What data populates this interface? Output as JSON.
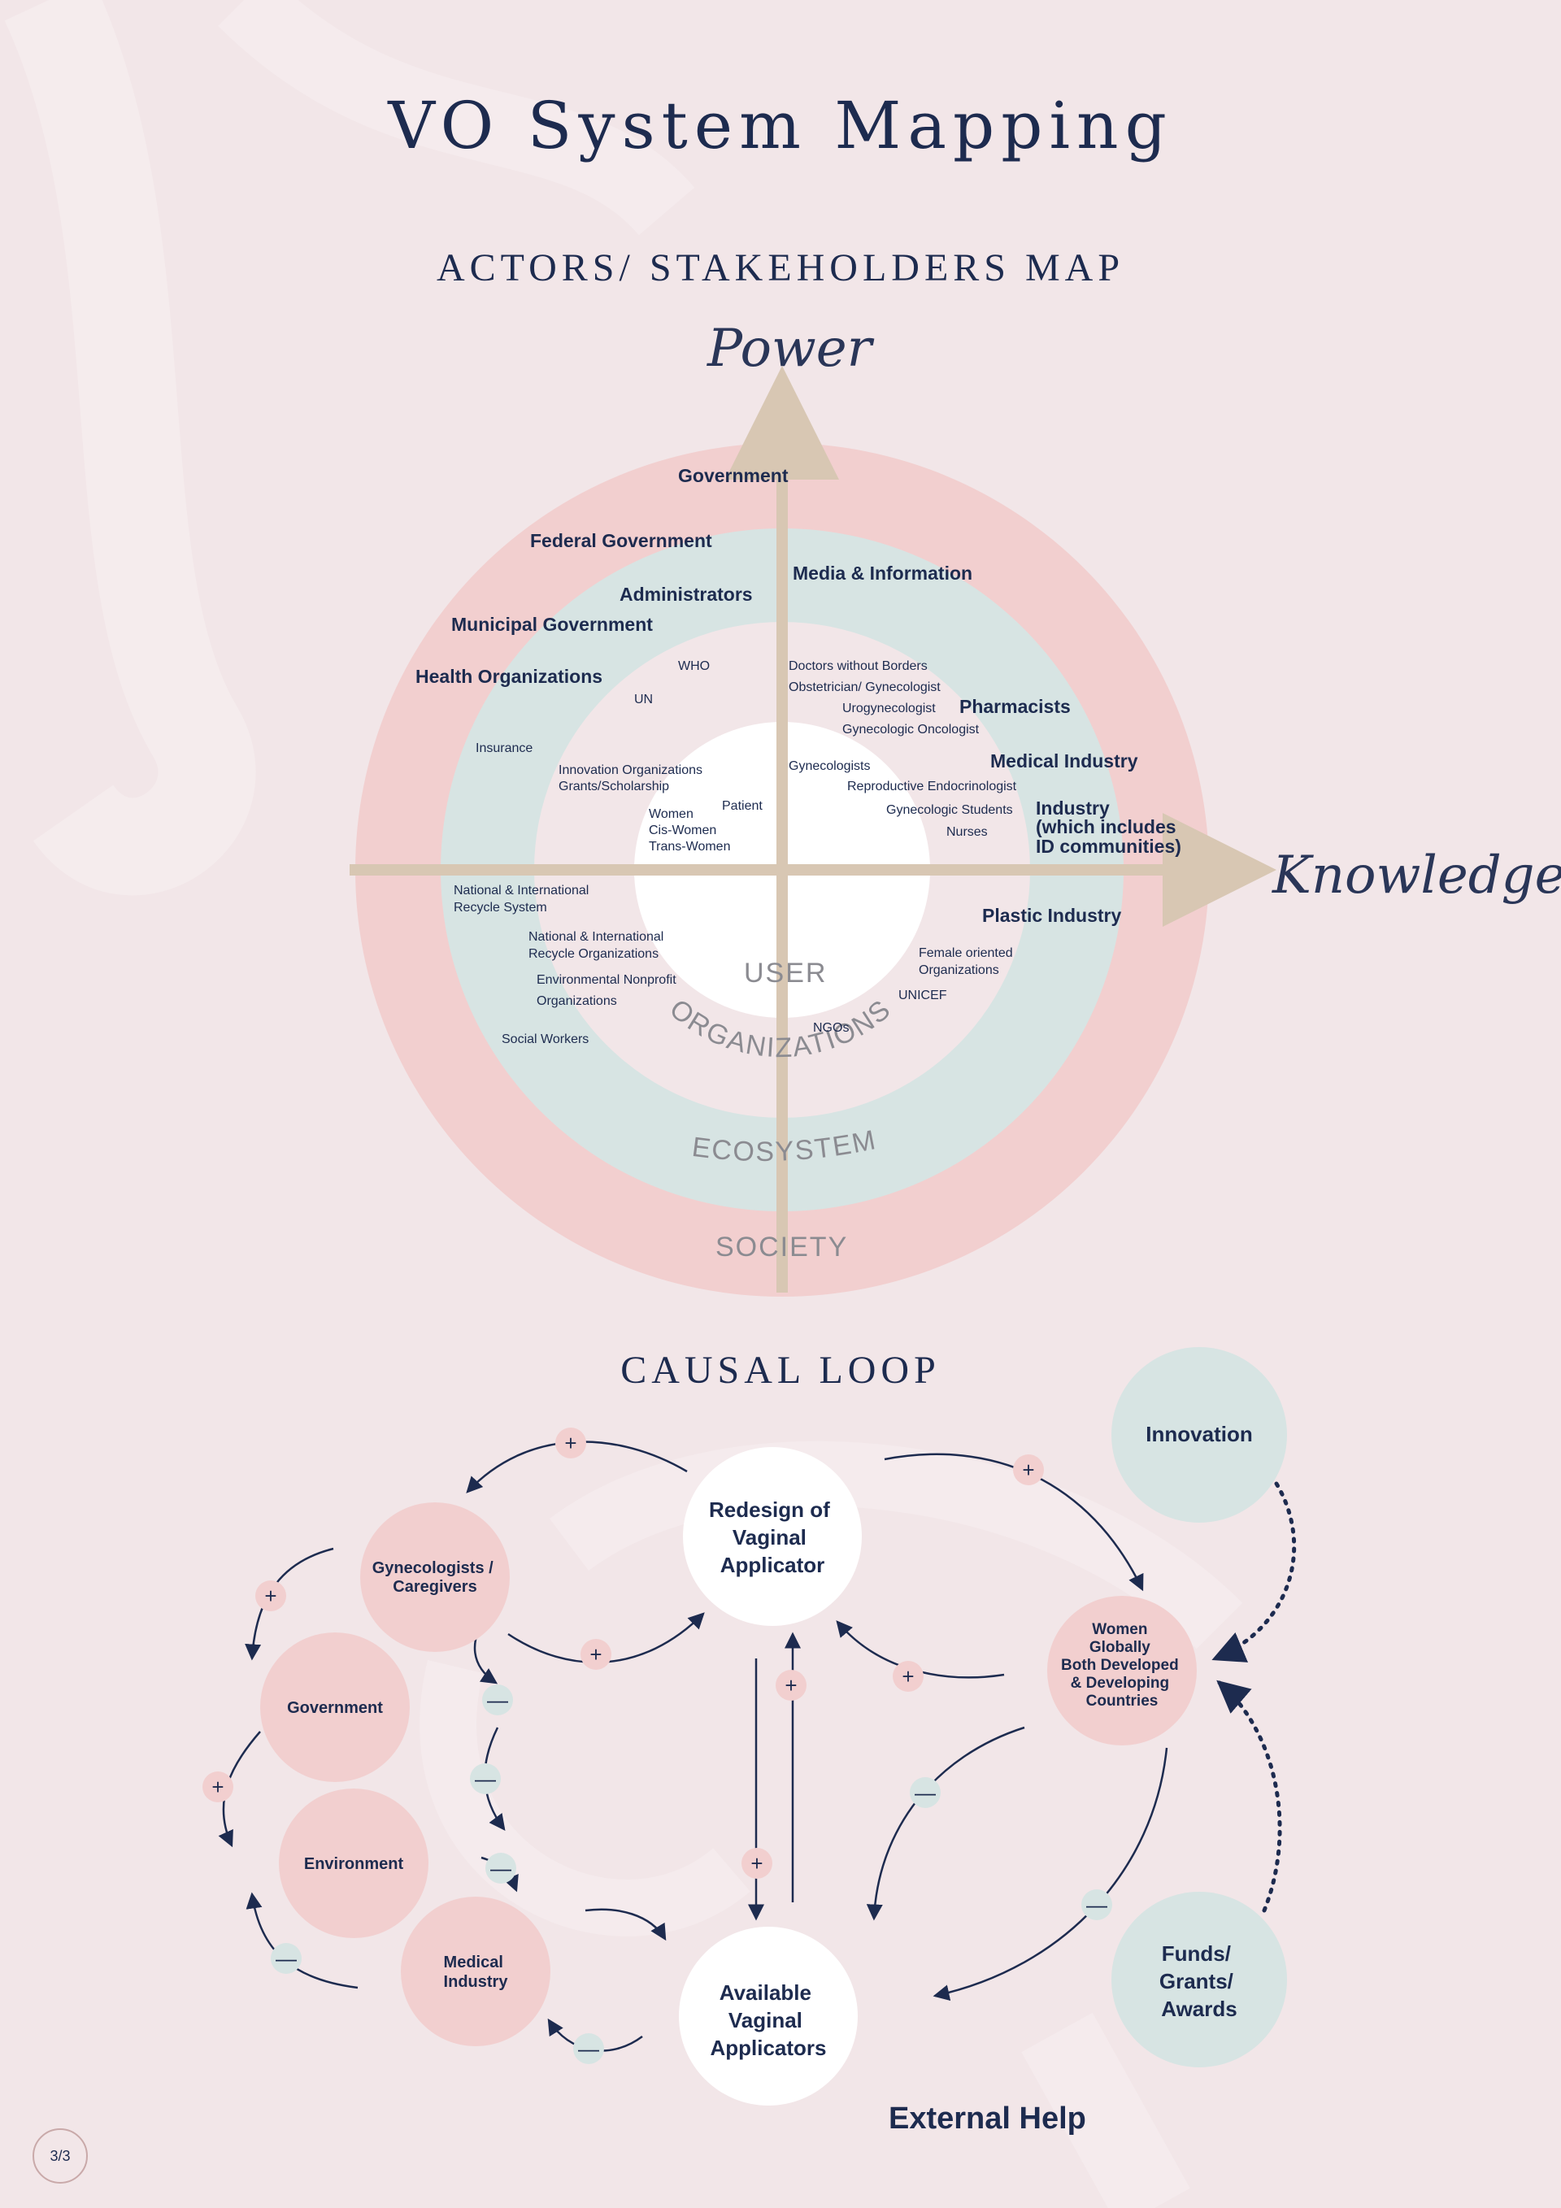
{
  "title": "VO System Mapping",
  "map": {
    "subtitle": "ACTORS/ STAKEHOLDERS MAP",
    "y_axis": "Power",
    "x_axis": "Knowledge",
    "rings": {
      "user": "USER",
      "organizations": "ORGANIZATIONS",
      "ecosystem": "ECOSYSTEM",
      "society": "SOCIETY"
    },
    "labels": {
      "government": "Government",
      "federal_government": "Federal Government",
      "media": "Media & Information",
      "administrators": "Administrators",
      "municipal": "Municipal Government",
      "health_orgs": "Health Organizations",
      "who": "WHO",
      "un": "UN",
      "doctors_wb": "Doctors without Borders",
      "obgyn": "Obstetrician/ Gynecologist",
      "urogyn": "Urogynecologist",
      "pharmacists": "Pharmacists",
      "gyn_onc": "Gynecologic Oncologist",
      "insurance": "Insurance",
      "innovation_orgs": "Innovation Organizations",
      "grants": "Grants/Scholarship",
      "gynecologists": "Gynecologists",
      "medical_industry": "Medical Industry",
      "repro_endo": "Reproductive Endocrinologist",
      "patient": "Patient",
      "gyn_students": "Gynecologic Students",
      "industry_1": "Industry",
      "industry_2": "(which includes",
      "industry_3": "ID communities)",
      "women": "Women",
      "cis_women": "Cis-Women",
      "trans_women": "Trans-Women",
      "nurses": "Nurses",
      "recycle_system_1": "National & International",
      "recycle_system_2": "Recycle System",
      "plastic_industry": "Plastic Industry",
      "recycle_orgs_1": "National & International",
      "recycle_orgs_2": "Recycle Organizations",
      "female_orgs_1": "Female oriented",
      "female_orgs_2": "Organizations",
      "env_nonprofit_1": "Environmental Nonprofit",
      "env_nonprofit_2": "Organizations",
      "unicef": "UNICEF",
      "ngos": "NGOs",
      "social_workers": "Social Workers"
    }
  },
  "loop": {
    "subtitle": "CAUSAL LOOP",
    "nodes": {
      "redesign": [
        "Redesign of",
        "Vaginal",
        "Applicator"
      ],
      "innovation": [
        "Innovation"
      ],
      "gynecologists": [
        "Gynecologists /",
        "Caregivers"
      ],
      "women": [
        "Women",
        "Globally",
        "Both Developed",
        "& Developing",
        "Countries"
      ],
      "government": [
        "Government"
      ],
      "environment": [
        "Environment"
      ],
      "medical": [
        "Medical",
        "Industry"
      ],
      "available": [
        "Available",
        "Vaginal",
        "Applicators"
      ],
      "funds": [
        "Funds/",
        "Grants/",
        "Awards"
      ]
    },
    "plus": "+",
    "minus": "—",
    "external_help": "External Help"
  },
  "page_number": {
    "current": "3",
    "total": "3"
  },
  "colors": {
    "pink": "#f2cfcf",
    "teal": "#d7e4e3",
    "navy": "#1d2b4f",
    "axis": "#d8c7b3",
    "bg": "#f2e6e8"
  }
}
